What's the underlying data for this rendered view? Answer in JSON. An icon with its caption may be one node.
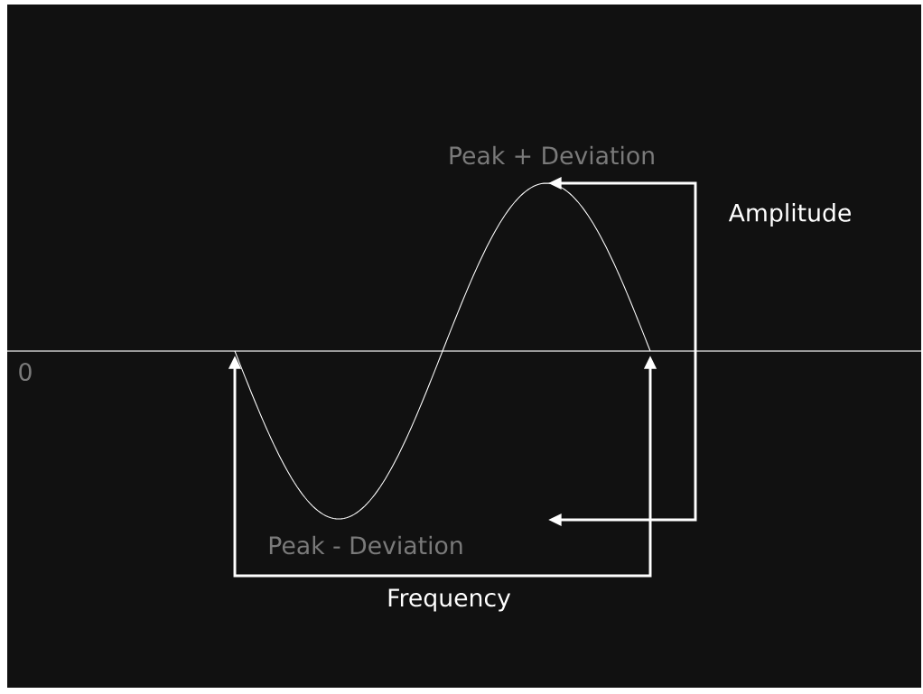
{
  "diagram": {
    "labels": [
      "Peak + Deviation",
      "Amplitude",
      "0",
      "Peak - Deviation",
      "Frequency"
    ]
  }
}
